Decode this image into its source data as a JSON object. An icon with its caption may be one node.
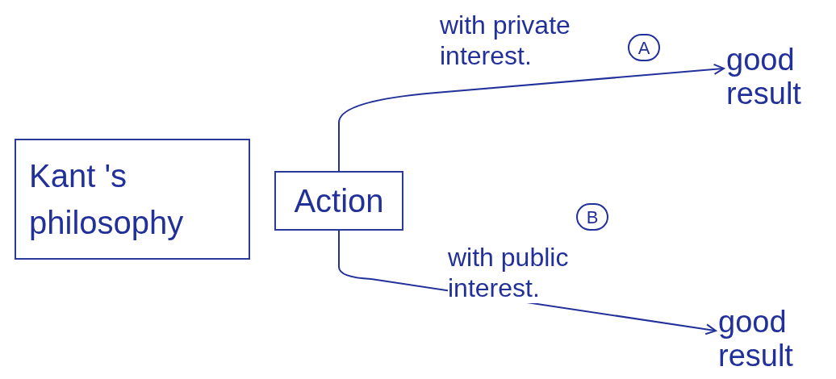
{
  "diagram": {
    "nodes": [
      {
        "text": [
          "Kant 's philosophy"
        ]
      },
      {
        "text": [
          "Action"
        ]
      },
      {
        "text": [
          "good result"
        ]
      },
      {
        "text": [
          "good result"
        ]
      }
    ],
    "edges": [
      {
        "from": 1,
        "to": 2,
        "arrow": "to",
        "label": "with private interest."
      },
      {
        "from": 1,
        "to": 3,
        "arrow": "to",
        "label": "with public interest."
      }
    ],
    "labels": [
      "A",
      "B"
    ]
  }
}
